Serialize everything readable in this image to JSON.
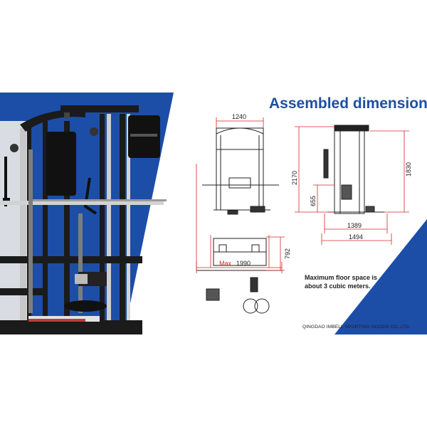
{
  "slide": {
    "title": "Assembled dimensions",
    "note_line1": "Maximum floor space is",
    "note_line2": "about 3 cubic meters.",
    "company": "QINGDAO IMBELL SPORTING GOODS CO.,LTD."
  },
  "dimensions": {
    "front_width": "1240",
    "height": "2170",
    "side_height": "1830",
    "low_height": "655",
    "depth_inner": "1389",
    "depth_outer": "1494",
    "top_depth": "792",
    "max_label": "Max",
    "max_width": "1990"
  },
  "colors": {
    "brand_blue": "#1f4fa3",
    "dimension_red": "#d62828"
  }
}
